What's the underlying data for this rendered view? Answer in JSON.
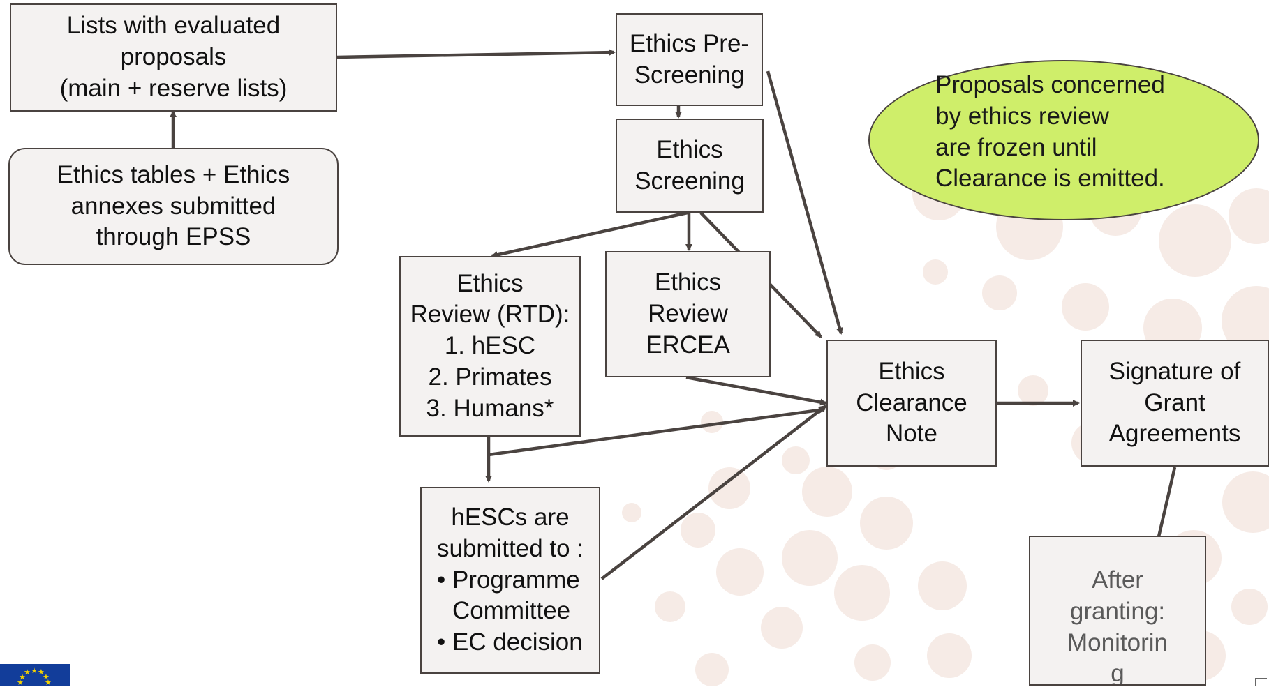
{
  "nodes": {
    "lists": [
      "Lists with evaluated",
      "proposals",
      "(main + reserve lists)"
    ],
    "ethics_tables": [
      "Ethics tables + Ethics",
      "annexes submitted",
      "through EPSS"
    ],
    "pre_screening": [
      "Ethics Pre-",
      "Screening"
    ],
    "screening": [
      "Ethics",
      "Screening"
    ],
    "review_rtd": {
      "lines": [
        "Ethics",
        "Review (RTD):"
      ],
      "items": [
        "1. hESC",
        "2. Primates",
        "3. Humans*"
      ]
    },
    "review_ercea": [
      "Ethics",
      "Review",
      "ERCEA"
    ],
    "clearance_note": [
      "Ethics",
      "Clearance",
      "Note"
    ],
    "signature": [
      "Signature of",
      "Grant",
      "Agreements"
    ],
    "hescs": {
      "lines": [
        "hESCs are",
        "submitted to :"
      ],
      "bullets": [
        {
          "bullet": "•",
          "first": "Programme",
          "rest": "Committee"
        },
        {
          "bullet": "•",
          "first": "EC decision",
          "rest": ""
        }
      ]
    },
    "monitoring": [
      "After",
      "granting:",
      "Monitorin",
      "g"
    ]
  },
  "note": [
    "Proposals concerned",
    "by ethics review",
    "are frozen until",
    "Clearance is emitted."
  ],
  "colors": {
    "box_fill": "#f4f2f1",
    "box_border": "#4a4340",
    "arrow": "#4a4340",
    "note_fill": "#cfee6a",
    "dots": "#f6ebe6",
    "logo": "#123d9a"
  }
}
